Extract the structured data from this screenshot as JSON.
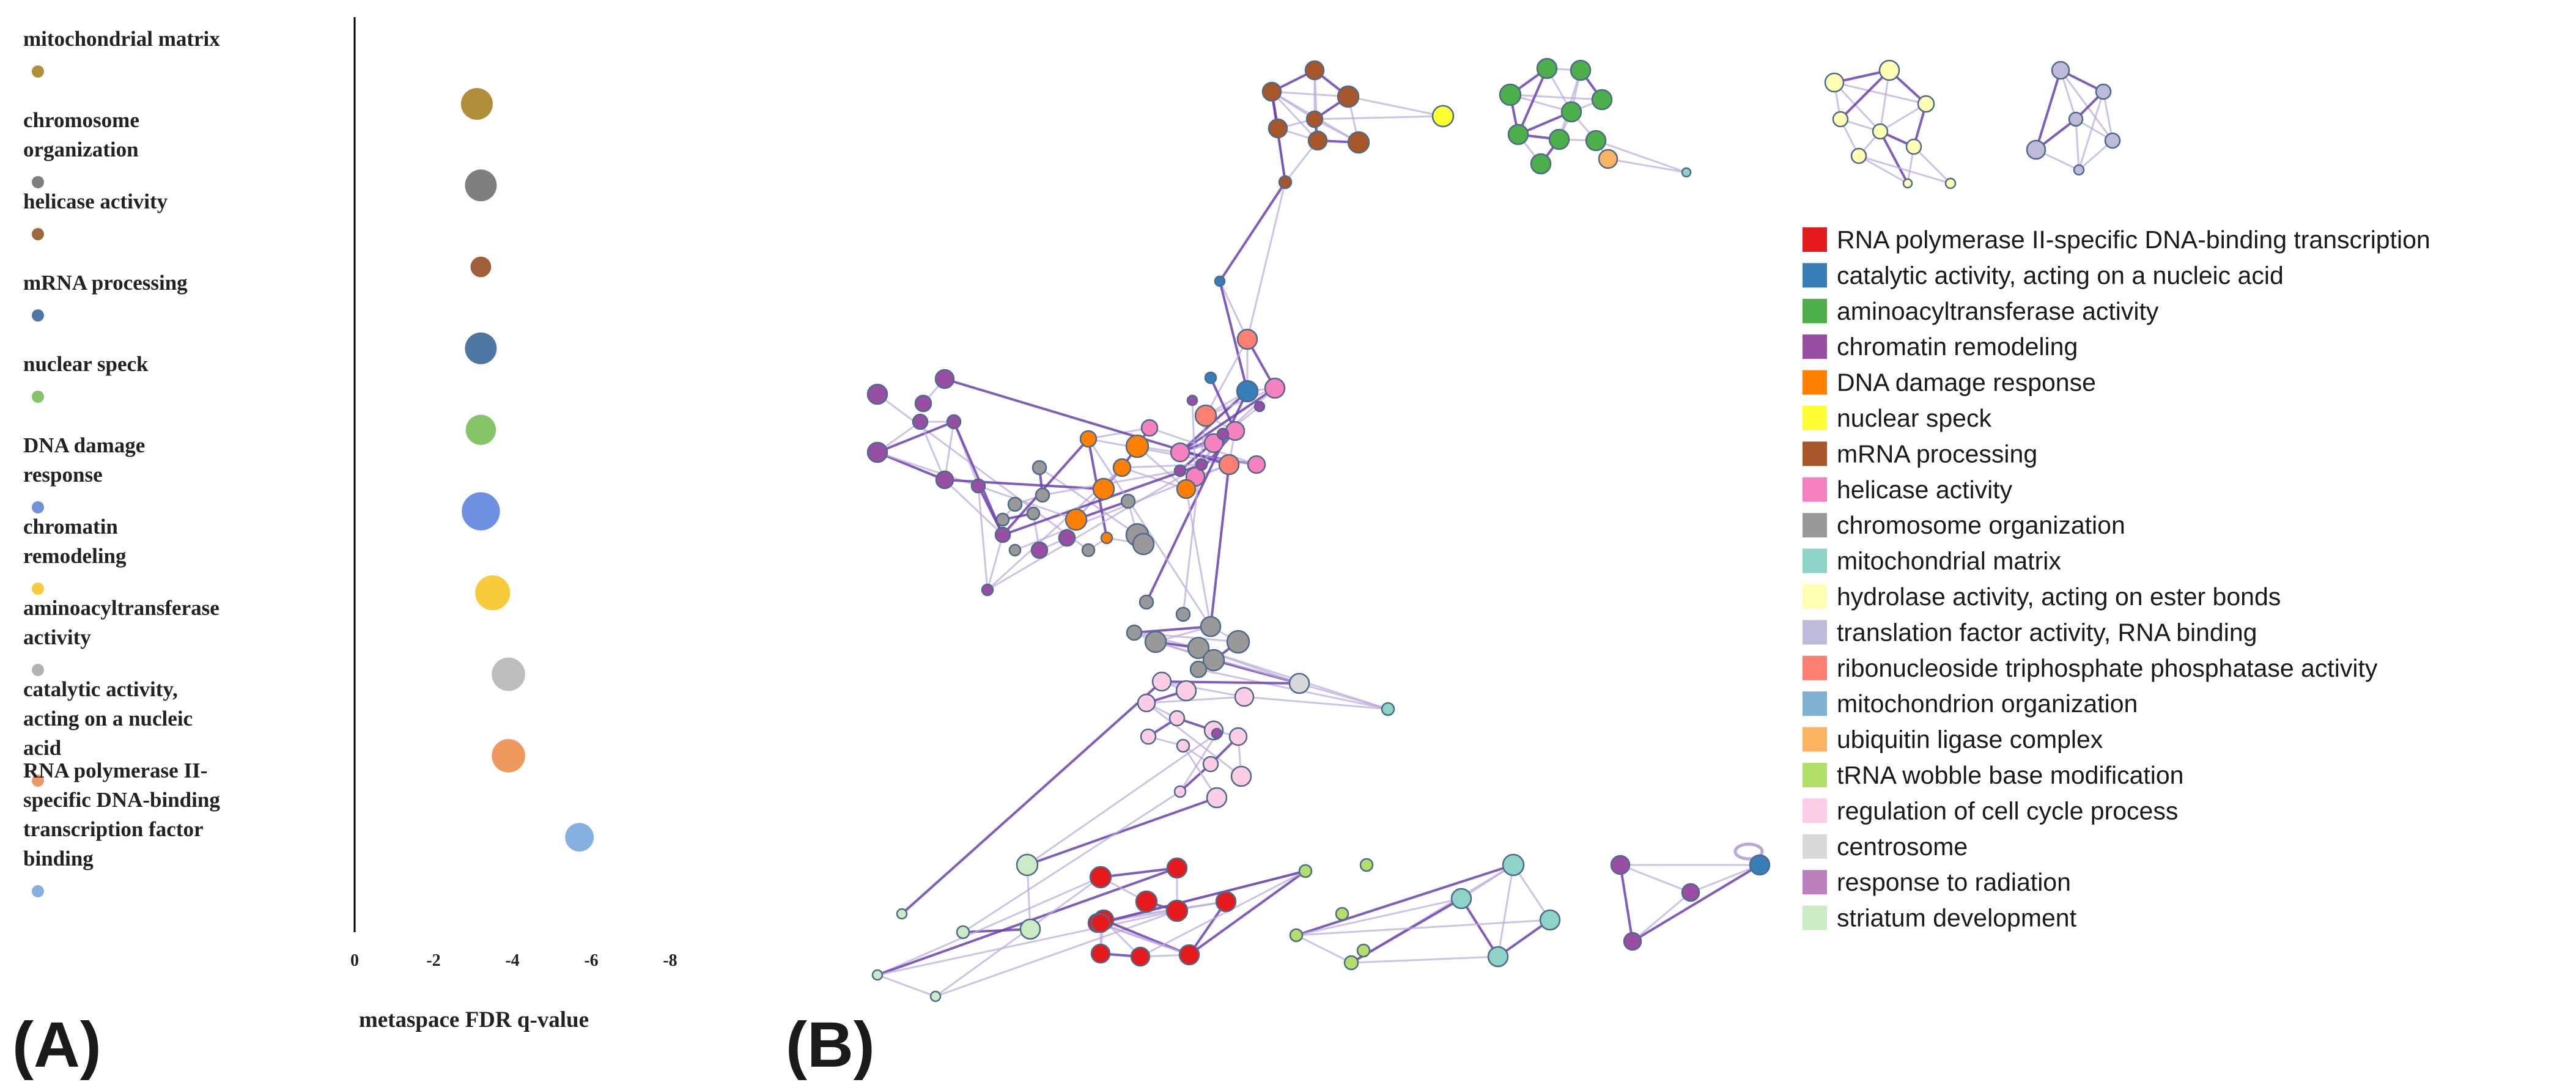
{
  "panels": {
    "a_label": "(A)",
    "b_label": "(B)"
  },
  "chart_data": [
    {
      "type": "scatter",
      "xlabel": "metaspace FDR q-value",
      "x_ticks": [
        "0",
        "-2",
        "-4",
        "-6",
        "-8"
      ],
      "xlim": [
        0,
        -8
      ],
      "categories": [
        [
          "mitochondrial matrix"
        ],
        [
          "chromosome",
          "organization"
        ],
        [
          "helicase activity"
        ],
        [
          "mRNA processing"
        ],
        [
          "nuclear speck"
        ],
        [
          "DNA damage",
          "response"
        ],
        [
          "chromatin",
          "remodeling"
        ],
        [
          "aminoacyltransferase",
          "activity"
        ],
        [
          "catalytic activity,",
          "acting on a nucleic",
          "acid"
        ],
        [
          "RNA polymerase II-",
          "specific DNA-binding",
          "transcription factor",
          "binding"
        ]
      ],
      "label_dot_colors": [
        "#b08f3a",
        "#7f7f7f",
        "#9c6a3d",
        "#4f77a3",
        "#86c46a",
        "#6f93d6",
        "#f7cb3c",
        "#b3b3b3",
        "#e99a6b",
        "#86b0e0"
      ],
      "points": [
        {
          "x": -3.1,
          "color": "#b08f3a",
          "size": 2.0
        },
        {
          "x": -3.2,
          "color": "#7f7f7f",
          "size": 2.0
        },
        {
          "x": -3.2,
          "color": "#a0603a",
          "size": 1.3
        },
        {
          "x": -3.2,
          "color": "#4f77a3",
          "size": 2.0
        },
        {
          "x": -3.2,
          "color": "#86c46a",
          "size": 1.9
        },
        {
          "x": -3.2,
          "color": "#6f8fe0",
          "size": 2.4
        },
        {
          "x": -3.5,
          "color": "#f7cb3c",
          "size": 2.2
        },
        {
          "x": -3.9,
          "color": "#bdbdbd",
          "size": 2.1
        },
        {
          "x": -3.9,
          "color": "#ee9960",
          "size": 2.1
        },
        {
          "x": -5.7,
          "color": "#86b0e0",
          "size": 1.8
        }
      ]
    },
    {
      "type": "network",
      "legend": [
        {
          "label": "RNA polymerase II-specific DNA-binding transcription",
          "color": "#e41a1c"
        },
        {
          "label": "catalytic activity, acting on a nucleic acid",
          "color": "#377eb8"
        },
        {
          "label": "aminoacyltransferase activity",
          "color": "#4daf4a"
        },
        {
          "label": "chromatin remodeling",
          "color": "#984ea3"
        },
        {
          "label": "DNA damage response",
          "color": "#ff7f00"
        },
        {
          "label": "nuclear speck",
          "color": "#ffff33"
        },
        {
          "label": "mRNA processing",
          "color": "#a65628"
        },
        {
          "label": "helicase activity",
          "color": "#f781bf"
        },
        {
          "label": "chromosome organization",
          "color": "#999999"
        },
        {
          "label": "mitochondrial matrix",
          "color": "#8dd3c7"
        },
        {
          "label": "hydrolase activity, acting on ester bonds",
          "color": "#ffffb3"
        },
        {
          "label": "translation factor activity, RNA binding",
          "color": "#bebada"
        },
        {
          "label": "ribonucleoside triphosphate phosphatase activity",
          "color": "#fb8072"
        },
        {
          "label": "mitochondrion organization",
          "color": "#80b1d3"
        },
        {
          "label": "ubiquitin ligase complex",
          "color": "#fdb462"
        },
        {
          "label": "tRNA wobble base modification",
          "color": "#b3de69"
        },
        {
          "label": "regulation of cell cycle process",
          "color": "#fccde5"
        },
        {
          "label": "centrosome",
          "color": "#d9d9d9"
        },
        {
          "label": "response to radiation",
          "color": "#bc80bd"
        },
        {
          "label": "striatum development",
          "color": "#ccebc5"
        }
      ]
    }
  ]
}
